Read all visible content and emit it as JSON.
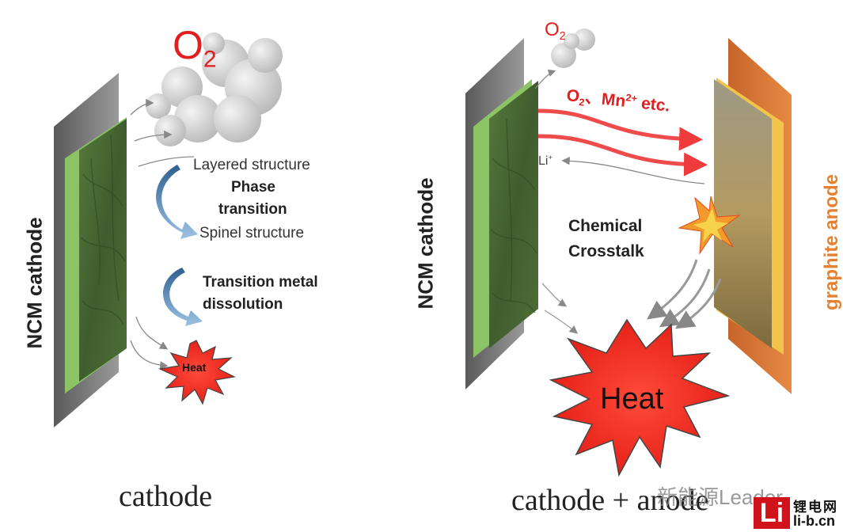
{
  "left_panel": {
    "cathode_label": "NCM cathode",
    "gas_label": "O",
    "gas_subscript": "2",
    "layered": "Layered structure",
    "phase_line1": "Phase",
    "phase_line2": "transition",
    "spinel": "Spinel structure",
    "tm_line1": "Transition metal",
    "tm_line2": "dissolution",
    "heat": "Heat",
    "caption": "cathode"
  },
  "right_panel": {
    "cathode_label": "NCM cathode",
    "anode_label": "graphite anode",
    "gas_label": "O",
    "gas_subscript": "2",
    "species_o": "O",
    "species_o_sub": "2",
    "species_sep": "、Mn",
    "species_mn_sup": "2+",
    "species_etc": " etc.",
    "li_label": "Li",
    "li_sup": "+",
    "crosstalk_line1": "Chemical",
    "crosstalk_line2": "Crosstalk",
    "heat": "Heat",
    "caption": "cathode + anode"
  },
  "watermark": "新能源Leader",
  "logo": {
    "mark": "Li",
    "name_cn": "锂电网",
    "url": "li-b.cn"
  },
  "colors": {
    "cathode_green": "#4b6b36",
    "cathode_edge": "#8fc46a",
    "collector_gray": "#6e6e6e",
    "anode_orange": "#d8793a",
    "anode_yellow": "#f6c94a",
    "gas_red": "#e41e1e",
    "heat_red": "#e92a1f",
    "arrow_red": "#ef4b4b",
    "arrow_blue": "#4f86b8",
    "orange_text": "#e7802f"
  }
}
